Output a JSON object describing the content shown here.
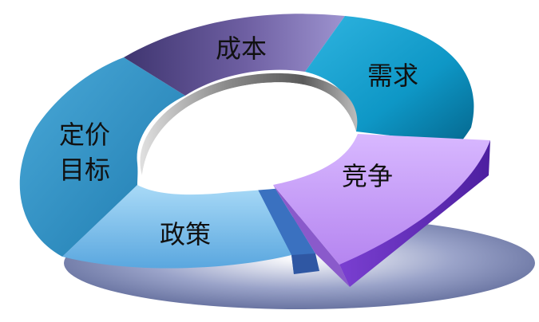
{
  "diagram": {
    "segments": [
      {
        "id": "chengben",
        "label": "成本",
        "color_main": "#6e5fa2",
        "color_light": "#9d93cf",
        "color_dark": "#3f3570"
      },
      {
        "id": "xuqiu",
        "label": "需求",
        "color_main": "#0e97c6",
        "color_light": "#2fb4e0",
        "color_dark": "#05688f"
      },
      {
        "id": "jingzheng",
        "label": "竞争",
        "color_main": "#c69bf3",
        "color_light": "#d8b8ff",
        "color_dark": "#6d2ec8"
      },
      {
        "id": "zhengce",
        "label": "政策",
        "color_main": "#7cc1eb",
        "color_light": "#a9daf7",
        "color_dark": "#3a86c5"
      },
      {
        "id": "dingjia",
        "label": [
          "定价",
          "目标"
        ],
        "color_main": "#2b88bb",
        "color_light": "#4aa9d8",
        "color_dark": "#17506f"
      }
    ],
    "shadow_color": "#5f6a99",
    "ring_inner_color": "#9a9a9a"
  }
}
